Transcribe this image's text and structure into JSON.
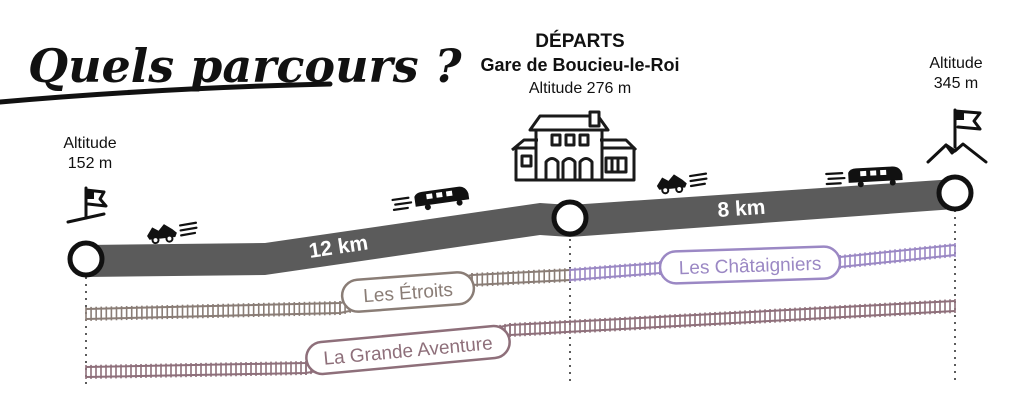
{
  "title": "Quels parcours ?",
  "departure": {
    "heading": "DÉPARTS",
    "station": "Gare de Boucieu-le-Roi",
    "altitude": "Altitude 276 m"
  },
  "left_end": {
    "altitude_label": "Altitude",
    "altitude_value": "152 m"
  },
  "right_end": {
    "altitude_label": "Altitude",
    "altitude_value": "345 m"
  },
  "segments": {
    "left_distance": "12 km",
    "right_distance": "8 km"
  },
  "routes": [
    {
      "name": "Les Étroits",
      "color": "#8a7d76"
    },
    {
      "name": "Les Châtaigniers",
      "color": "#9b88c4"
    },
    {
      "name": "La Grande Aventure",
      "color": "#8e6f7a"
    }
  ],
  "colors": {
    "road": "#5b5b5b",
    "text": "#111111",
    "station_outline": "#1a1a1a"
  },
  "icons": [
    "flag-icon",
    "station-building-icon",
    "mountain-flag-icon",
    "railbike-icon",
    "railbus-icon"
  ]
}
